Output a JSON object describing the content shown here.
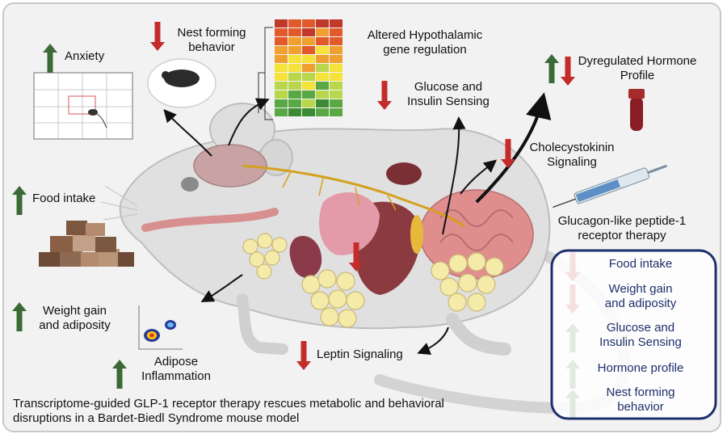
{
  "colors": {
    "up": "#3c6a36",
    "down": "#c42b2b",
    "panel_border": "#1d2f6b",
    "panel_text": "#1d2f6b",
    "frame": "#c8c8c8"
  },
  "labels": {
    "anxiety": "Anxiety",
    "nest_1": "Nest forming",
    "nest_2": "behavior",
    "hypo_1": "Altered Hypothalamic",
    "hypo_2": "gene regulation",
    "hormone_1": "Dyregulated Hormone",
    "hormone_2": "Profile",
    "glucose_1": "Glucose and",
    "glucose_2": "Insulin Sensing",
    "cck_1": "Cholecystokinin",
    "cck_2": "Signaling",
    "food": "Food intake",
    "glp1_1": "Glucagon-like peptide-1",
    "glp1_2": "receptor therapy",
    "weight_1": "Weight gain",
    "weight_2": "and adiposity",
    "adipose_1": "Adipose",
    "adipose_2": "Inflammation",
    "leptin": "Leptin Signaling"
  },
  "outcomes_panel": {
    "items": [
      {
        "text_1": "Food intake",
        "text_2": "",
        "direction": "down"
      },
      {
        "text_1": "Weight gain",
        "text_2": "and adiposity",
        "direction": "down"
      },
      {
        "text_1": "Glucose and",
        "text_2": "Insulin Sensing",
        "direction": "up"
      },
      {
        "text_1": "Hormone profile",
        "text_2": "",
        "direction": "up"
      },
      {
        "text_1": "Nest forming",
        "text_2": "behavior",
        "direction": "up"
      }
    ]
  },
  "caption": {
    "line_1": "Transcriptome-guided GLP-1 receptor therapy rescues metabolic and behavioral",
    "line_2": "disruptions in a Bardet-Biedl Syndrome mouse model"
  },
  "icons": [
    "up-arrow-icon",
    "down-arrow-icon",
    "maze-icon",
    "mouse-nest-icon",
    "heatmap-icon",
    "blood-tube-icon",
    "syringe-icon",
    "food-pellets-icon",
    "flow-cytometry-plot-icon",
    "mouse-anatomy-illustration"
  ]
}
